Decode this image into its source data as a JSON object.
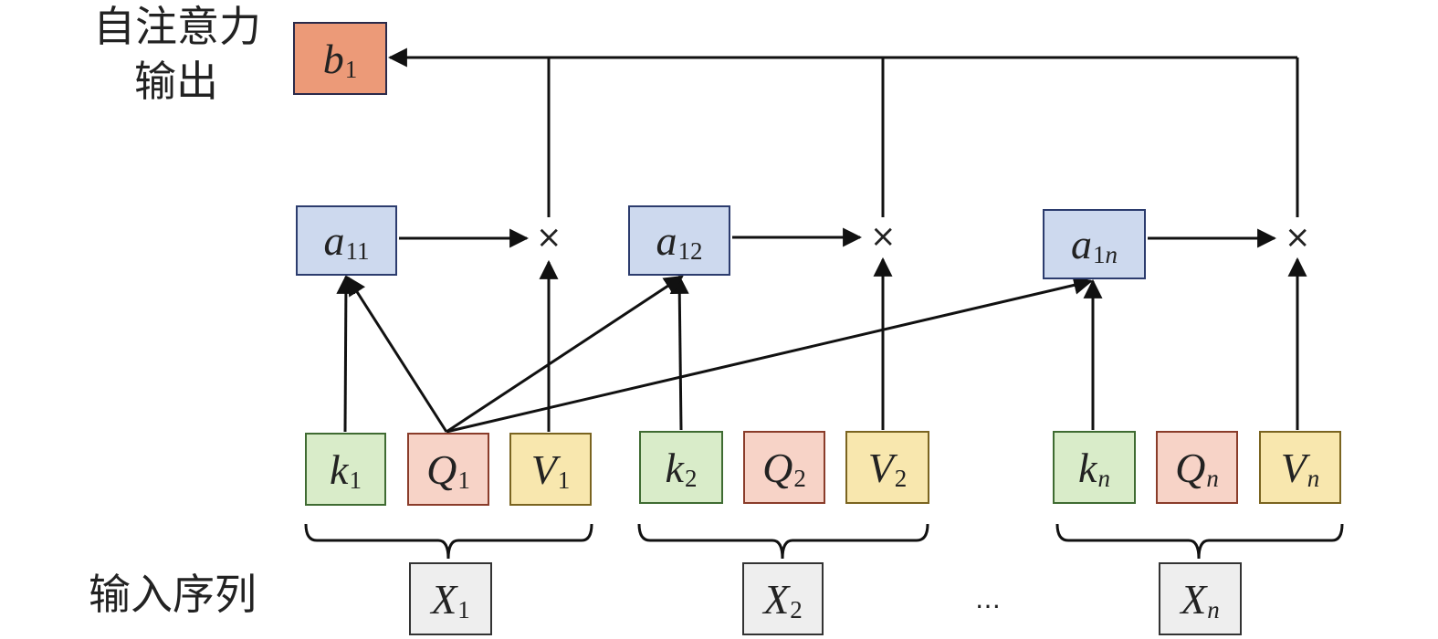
{
  "labels": {
    "output_line1": "自注意力",
    "output_line2": "输出",
    "input": "输入序列",
    "ellipsis": "…",
    "multiply": "×"
  },
  "output": {
    "symbol": "b",
    "sub": "1"
  },
  "scores": [
    {
      "symbol": "a",
      "sub": "11",
      "sub_italic_part": ""
    },
    {
      "symbol": "a",
      "sub": "12",
      "sub_italic_part": ""
    },
    {
      "symbol": "a",
      "sub": "1",
      "sub_italic_part": "n"
    }
  ],
  "groups": [
    {
      "k": "k",
      "q": "Q",
      "v": "V",
      "sub": "1",
      "x": "X"
    },
    {
      "k": "k",
      "q": "Q",
      "v": "V",
      "sub": "2",
      "x": "X"
    },
    {
      "k": "k",
      "q": "Q",
      "v": "V",
      "sub": "n",
      "x": "X"
    }
  ],
  "colors": {
    "key": "#d9ecc9",
    "query": "#f7d3c7",
    "value": "#f8e7ae",
    "score": "#cdd9ee",
    "output": "#ec9a78",
    "input": "#eeeeee"
  }
}
